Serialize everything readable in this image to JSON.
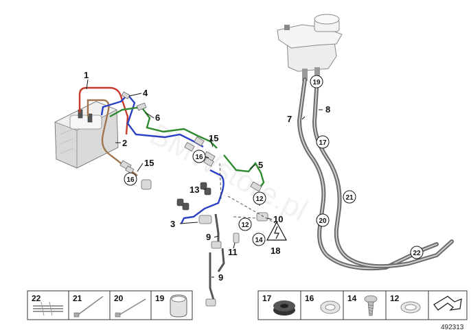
{
  "diagram": {
    "watermark": "BMWstore.pl",
    "document_number": "492313",
    "callouts": [
      {
        "id": "c1",
        "text": "1"
      },
      {
        "id": "c2",
        "text": "2"
      },
      {
        "id": "c3",
        "text": "3"
      },
      {
        "id": "c4",
        "text": "4"
      },
      {
        "id": "c5",
        "text": "5"
      },
      {
        "id": "c6",
        "text": "6"
      },
      {
        "id": "c7",
        "text": "7"
      },
      {
        "id": "c8",
        "text": "8"
      },
      {
        "id": "c9a",
        "text": "9"
      },
      {
        "id": "c9b",
        "text": "9"
      },
      {
        "id": "c10",
        "text": "10"
      },
      {
        "id": "c11",
        "text": "11"
      },
      {
        "id": "c13",
        "text": "13"
      },
      {
        "id": "c15a",
        "text": "15"
      },
      {
        "id": "c15b",
        "text": "15"
      },
      {
        "id": "c18",
        "text": "18"
      }
    ],
    "circled_callouts": [
      {
        "id": "cc16a",
        "text": "16"
      },
      {
        "id": "cc16b",
        "text": "16"
      },
      {
        "id": "cc12a",
        "text": "12"
      },
      {
        "id": "cc12b",
        "text": "12"
      },
      {
        "id": "cc14",
        "text": "14"
      },
      {
        "id": "cc19",
        "text": "19"
      },
      {
        "id": "cc17",
        "text": "17"
      },
      {
        "id": "cc21",
        "text": "21"
      },
      {
        "id": "cc20",
        "text": "20"
      },
      {
        "id": "cc22",
        "text": "22"
      }
    ],
    "legend_left": [
      {
        "number": "22",
        "part": "cable-ties"
      },
      {
        "number": "21",
        "part": "cable-tie"
      },
      {
        "number": "20",
        "part": "cable-tie"
      },
      {
        "number": "19",
        "part": "hose-clip"
      }
    ],
    "legend_right": [
      {
        "number": "17",
        "part": "grommet"
      },
      {
        "number": "16",
        "part": "seal-ring"
      },
      {
        "number": "14",
        "part": "screw"
      },
      {
        "number": "12",
        "part": "washer"
      }
    ],
    "colors": {
      "line_red": "#c83a2c",
      "line_brown": "#a0754e",
      "line_blue": "#2a3fc4",
      "line_green": "#2f8a2f",
      "hose_grey": "#6b6b6b"
    }
  }
}
